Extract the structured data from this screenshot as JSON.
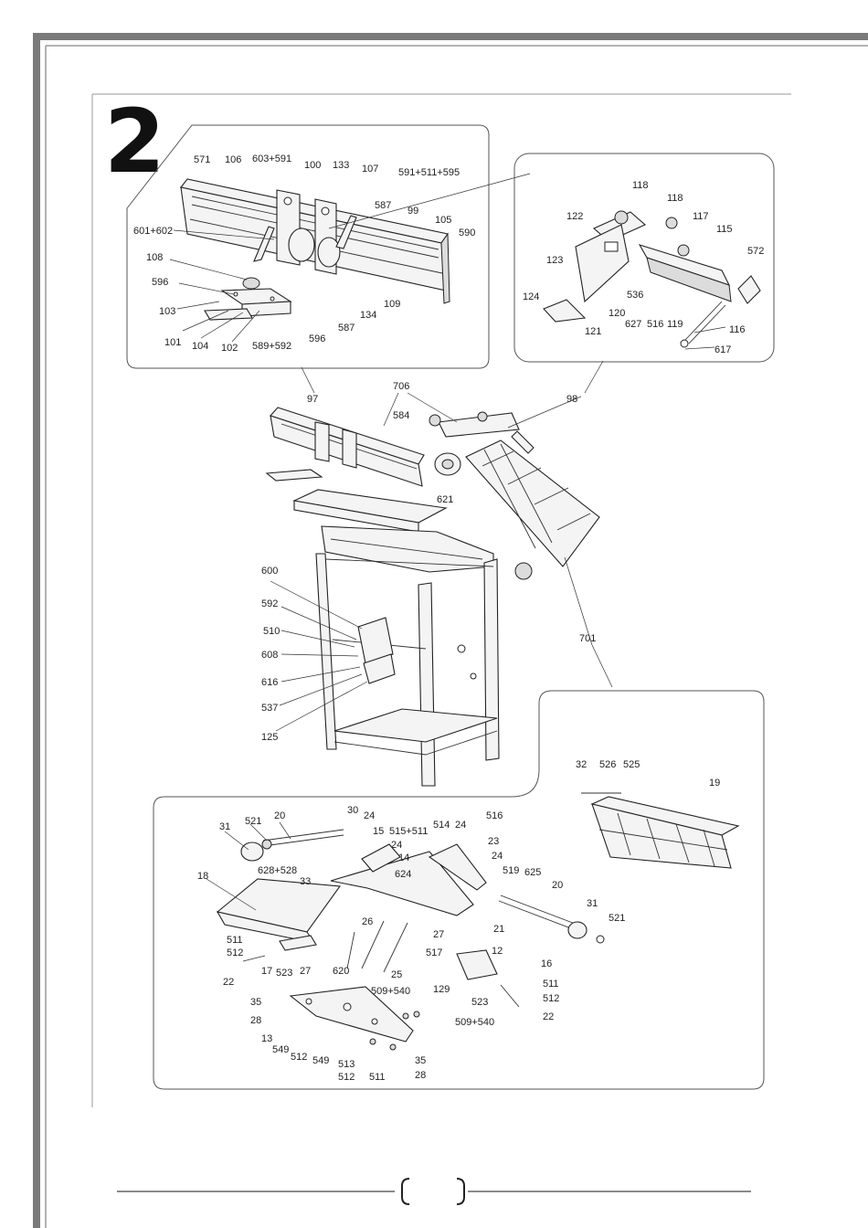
{
  "page": {
    "figure_number": "2",
    "page_number": ""
  },
  "callouts": {
    "top_left": [
      "571",
      "106",
      "603+591",
      "100",
      "133",
      "107",
      "591+511+595",
      "601+602",
      "587",
      "99",
      "105",
      "590",
      "108",
      "596",
      "103",
      "101",
      "104",
      "102",
      "589+592",
      "596",
      "587",
      "134",
      "109"
    ],
    "top_right": [
      "118",
      "118",
      "122",
      "117",
      "115",
      "572",
      "123",
      "124",
      "120",
      "536",
      "121",
      "627",
      "516",
      "119",
      "116",
      "617"
    ],
    "middle": [
      "97",
      "706",
      "98",
      "584",
      "621",
      "600",
      "592",
      "510",
      "608",
      "616",
      "537",
      "125",
      "701"
    ],
    "right_small": [
      "32",
      "526",
      "525",
      "19"
    ],
    "bottom": [
      "31",
      "521",
      "20",
      "30",
      "24",
      "15",
      "515+511",
      "514",
      "24",
      "516",
      "23",
      "628+528",
      "24",
      "14",
      "24",
      "18",
      "33",
      "624",
      "519",
      "625",
      "20",
      "31",
      "521",
      "21",
      "26",
      "27",
      "12",
      "511",
      "512",
      "17",
      "523",
      "27",
      "620",
      "25",
      "517",
      "16",
      "22",
      "523",
      "511",
      "512",
      "22",
      "35",
      "509+540",
      "129",
      "28",
      "509+540",
      "13",
      "549",
      "512",
      "549",
      "513",
      "35",
      "512",
      "511",
      "28"
    ]
  },
  "colors": {
    "border": "#7a7a7a",
    "line": "#333333",
    "frame": "#555555"
  }
}
